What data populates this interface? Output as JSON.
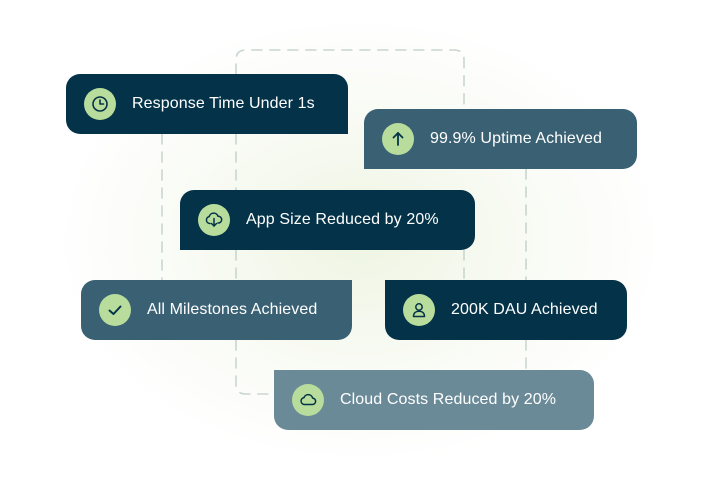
{
  "colors": {
    "dark_pill": "#043349",
    "mid_pill": "#3a6173",
    "light_pill": "#6b8a98",
    "icon_bg": "#b8dc9c",
    "connector": "#c9d6cf"
  },
  "milestones": [
    {
      "label": "Response Time Under 1s",
      "icon": "clock-icon",
      "tone": "dark"
    },
    {
      "label": "99.9% Uptime Achieved",
      "icon": "arrow-up-icon",
      "tone": "mid"
    },
    {
      "label": "App Size Reduced by 20%",
      "icon": "cloud-download-icon",
      "tone": "dark"
    },
    {
      "label": "All Milestones Achieved",
      "icon": "checkmark-icon",
      "tone": "mid"
    },
    {
      "label": "200K DAU Achieved",
      "icon": "user-icon",
      "tone": "dark"
    },
    {
      "label": "Cloud Costs Reduced by 20%",
      "icon": "cloud-icon",
      "tone": "light"
    }
  ]
}
